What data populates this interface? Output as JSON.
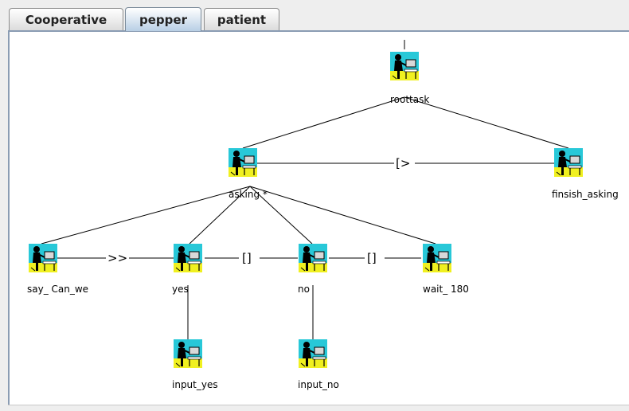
{
  "tabs": [
    {
      "label": "Cooperative",
      "active": false
    },
    {
      "label": "pepper",
      "active": true
    },
    {
      "label": "patient",
      "active": false
    }
  ],
  "nodes": {
    "roottask": "roottask",
    "asking": "asking *",
    "finish": "finsish_asking",
    "say": "say_ Can_we",
    "yes": "yes",
    "no": "no",
    "wait": "wait_ 180",
    "input_yes": "input_yes",
    "input_no": "input_no"
  },
  "relations": {
    "interrupt": "[>",
    "enable": ">>",
    "choice1": "[]",
    "choice2": "[]"
  },
  "colors": {
    "tab_active": "#b8cfe5",
    "panel_border": "#8a9cb3",
    "icon_top": "#28c8d8",
    "icon_bottom": "#f0f020"
  }
}
